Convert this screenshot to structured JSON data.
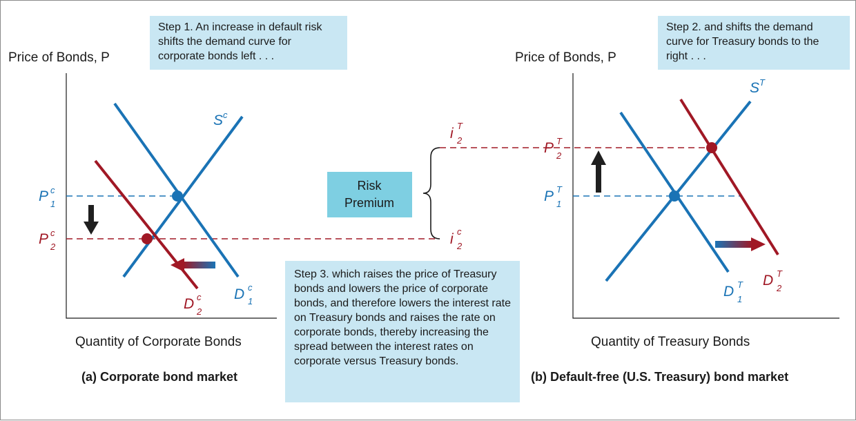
{
  "colors": {
    "blue": "#1a73b5",
    "red": "#a01825",
    "note_bg": "#c9e7f3",
    "arrow": "#1f1f1f"
  },
  "notes": {
    "step1": "Step 1. An increase in default risk shifts the demand curve for corporate bonds left . . .",
    "step2": "Step 2. and shifts the demand curve for Treasury bonds to the right . . .",
    "step3": "Step 3. which raises the price of Treasury bonds and lowers the price of corporate bonds, and therefore lowers the interest rate on Treasury bonds and raises the rate on corporate bonds, thereby increasing the spread between the interest rates on corporate versus Treasury bonds."
  },
  "risk_box": {
    "line1": "Risk",
    "line2": "Premium"
  },
  "left_panel": {
    "y_axis_title": "Price of Bonds, P",
    "x_axis_title": "Quantity of Corporate Bonds",
    "caption": "(a) Corporate bond market",
    "supply_label": {
      "main": "S",
      "sup": "c"
    },
    "demand1_label": {
      "main": "D",
      "sup": "c",
      "sub": "1"
    },
    "demand2_label": {
      "main": "D",
      "sup": "c",
      "sub": "2"
    },
    "p1_label": {
      "main": "P",
      "sup": "c",
      "sub": "1"
    },
    "p2_label": {
      "main": "P",
      "sup": "c",
      "sub": "2"
    }
  },
  "right_panel": {
    "y_axis_title": "Price of Bonds, P",
    "x_axis_title": "Quantity of Treasury Bonds",
    "caption": "(b) Default-free (U.S. Treasury) bond market",
    "supply_label": {
      "main": "S",
      "sup": "T"
    },
    "demand1_label": {
      "main": "D",
      "sup": "T",
      "sub": "1"
    },
    "demand2_label": {
      "main": "D",
      "sup": "T",
      "sub": "2"
    },
    "p1_label": {
      "main": "P",
      "sup": "T",
      "sub": "1"
    },
    "p2_label": {
      "main": "P",
      "sup": "T",
      "sub": "2"
    }
  },
  "rate_labels": {
    "treasury": {
      "main": "i",
      "sup": "T",
      "sub": "2"
    },
    "corporate": {
      "main": "i",
      "sup": "c",
      "sub": "2"
    }
  }
}
